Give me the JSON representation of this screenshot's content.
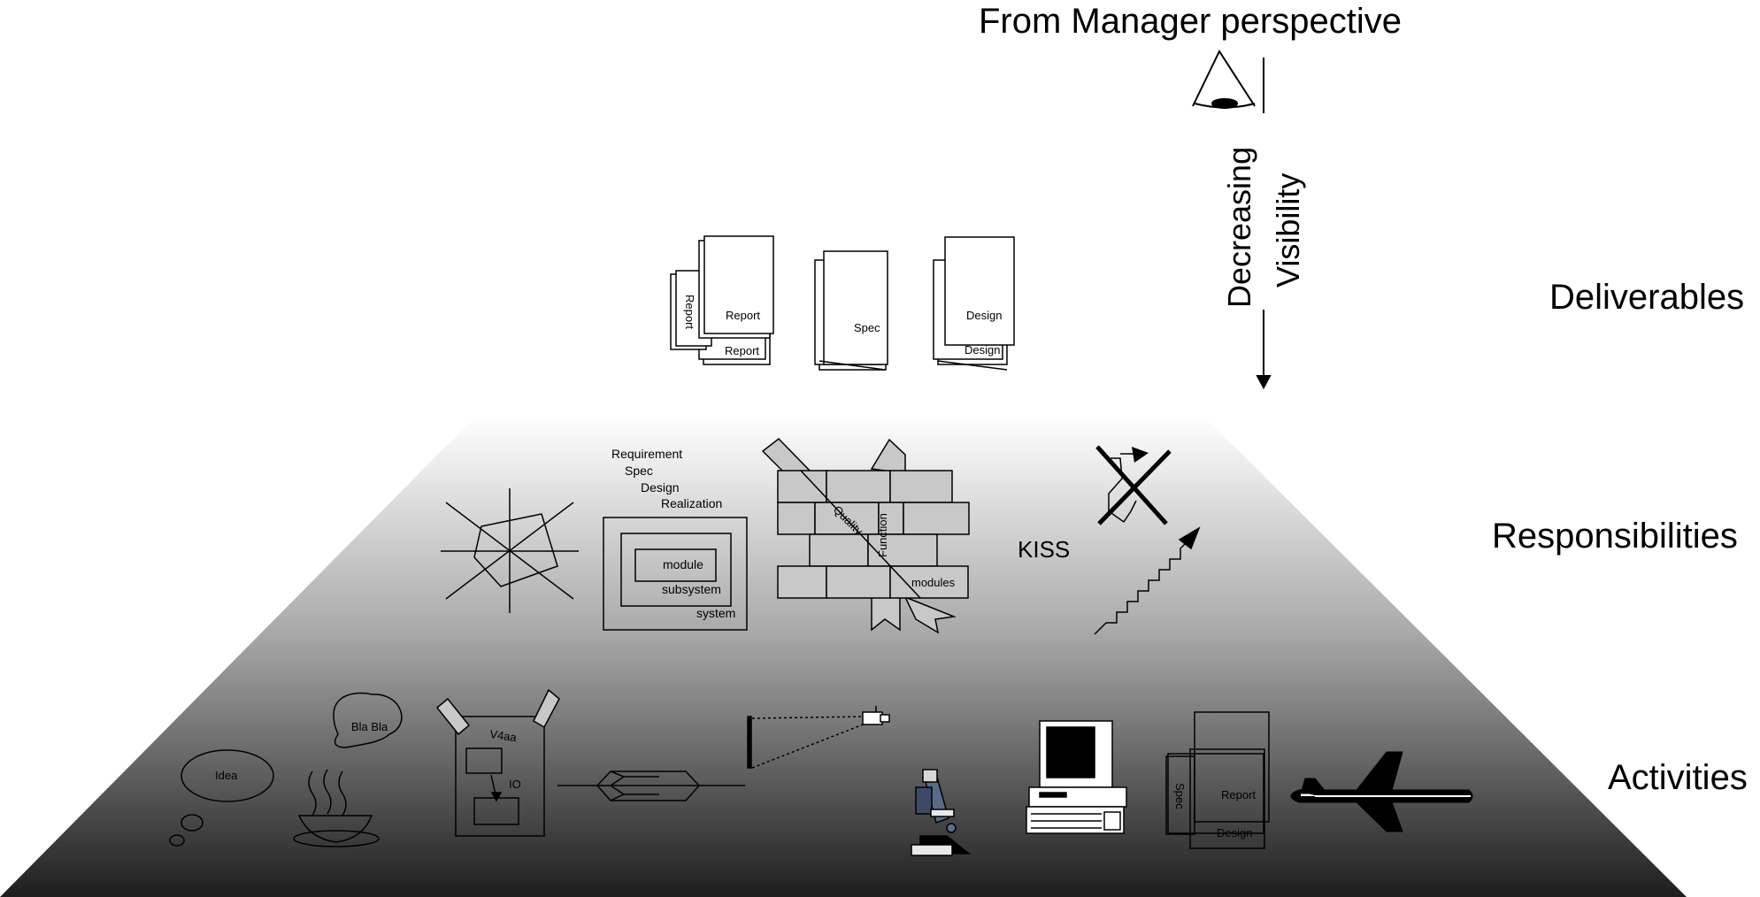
{
  "header": {
    "perspective": "From Manager perspective"
  },
  "visibility": {
    "line1": "Decreasing",
    "line2": "Visibility"
  },
  "levels": {
    "deliverables": "Deliverables",
    "responsibilities": "Responsibilities",
    "activities": "Activities"
  },
  "deliverables": {
    "report_front": "Report",
    "report_side": "Report",
    "report_back": "Report",
    "spec_front": "Spec",
    "design_front": "Design",
    "design_back": "Design"
  },
  "responsibilities": {
    "phases": [
      "Requirement",
      "Spec",
      "Design",
      "Realization"
    ],
    "module": "module",
    "subsystem": "subsystem",
    "system": "system",
    "quality": "Quality",
    "function": "Function",
    "modules": "modules",
    "kiss": "KISS"
  },
  "activities": {
    "idea": "Idea",
    "blabla": "Bla Bla",
    "v4aa": "V4aa",
    "io": "IO",
    "spec": "Spec",
    "report": "Report",
    "design": "Design"
  },
  "colors": {
    "pyramid_top": "#ffffff",
    "pyramid_bottom": "#1e1e1e",
    "ink": "#000000",
    "brick": "#c8c8c8"
  }
}
